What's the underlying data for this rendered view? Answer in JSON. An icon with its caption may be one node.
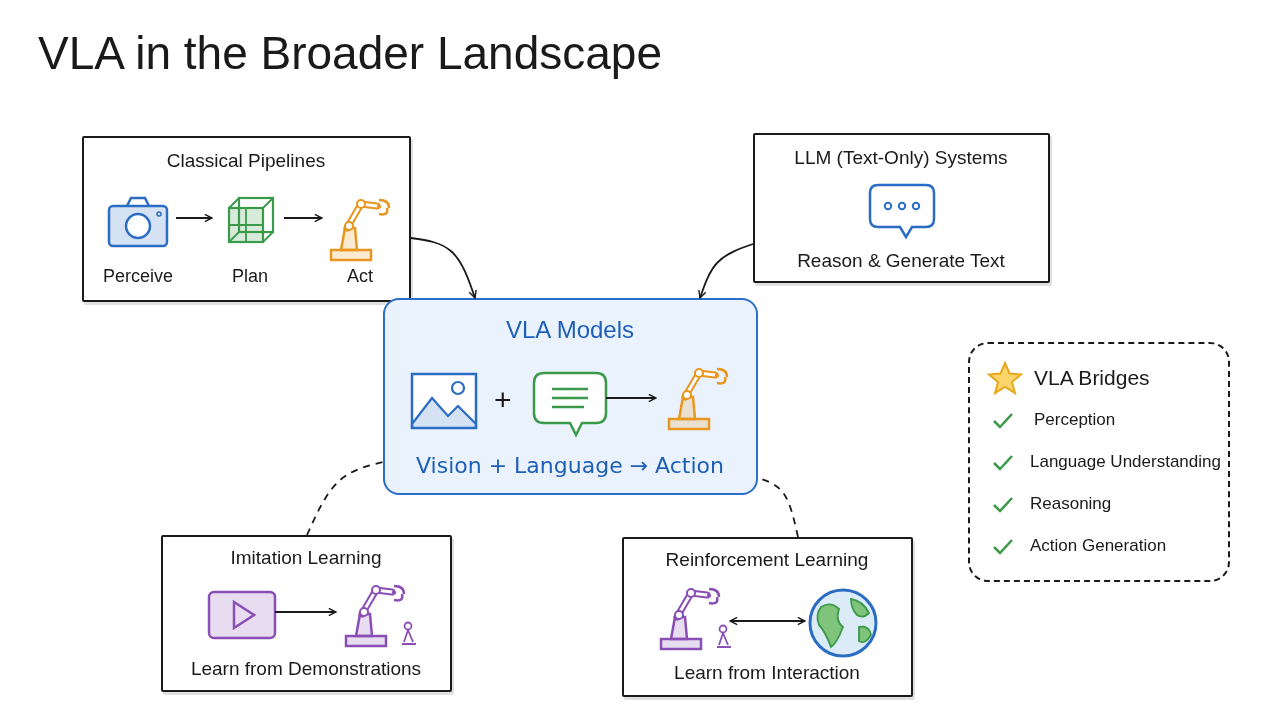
{
  "diagram": {
    "title": "VLA in the Broader Landscape",
    "nodes": [
      {
        "text": [
          "Classical Pipelines"
        ]
      },
      {
        "text": [
          "Perceive"
        ],
        "in": 0
      },
      {
        "text": [
          "Plan"
        ],
        "in": 0
      },
      {
        "text": [
          "Act"
        ],
        "in": 0
      },
      {
        "text": [
          "LLM (Text-Only) Systems",
          "Reason & Generate Text"
        ]
      },
      {
        "text": [
          "VLA Models",
          "Vision + Language → Action"
        ]
      },
      {
        "text": [],
        "shape": "picture",
        "in": 5
      },
      {
        "text": [],
        "shape": "picture",
        "in": 5
      },
      {
        "text": [],
        "shape": "picture",
        "in": 5
      },
      {
        "text": [
          "VLA Bridges",
          "Perception",
          "Language Understanding",
          "Reasoning",
          "Action Generation"
        ]
      },
      {
        "text": [
          "Imitation Learning",
          "Learn from Demonstrations"
        ]
      },
      {
        "text": [],
        "shape": "picture",
        "in": 10
      },
      {
        "text": [],
        "shape": "picture",
        "in": 10
      },
      {
        "text": [
          "Reinforcement Learning",
          "Learn from Interaction"
        ]
      },
      {
        "text": [],
        "shape": "picture",
        "in": 13
      },
      {
        "text": [],
        "shape": "picture",
        "in": 13
      }
    ],
    "edges": [
      {
        "from": 1,
        "to": 2,
        "arrow": "to"
      },
      {
        "from": 2,
        "to": 3,
        "arrow": "to"
      },
      {
        "from": 0,
        "to": 5,
        "arrow": "to"
      },
      {
        "from": 4,
        "to": 5,
        "arrow": "to"
      },
      {
        "from": 7,
        "to": 8,
        "arrow": "to"
      },
      {
        "from": 10,
        "to": 5,
        "arrow": "none",
        "style": "dashed"
      },
      {
        "from": 13,
        "to": 5,
        "arrow": "none",
        "style": "dashed"
      },
      {
        "from": 11,
        "to": 12,
        "arrow": "to"
      },
      {
        "from": 14,
        "to": 15,
        "arrow": "both"
      }
    ],
    "labels": [
      "+"
    ]
  }
}
